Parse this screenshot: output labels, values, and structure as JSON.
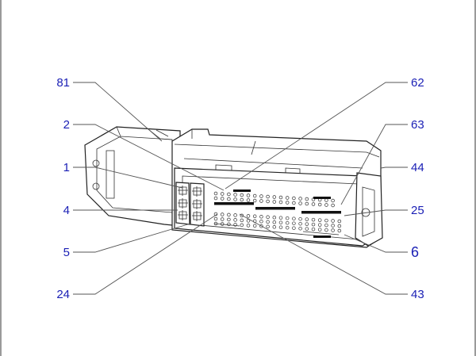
{
  "label_color": "#1a1fb5",
  "labels": {
    "l81": "81",
    "l62": "62",
    "l2": "2",
    "l63": "63",
    "l1": "1",
    "l44": "44",
    "l4": "4",
    "l25": "25",
    "l5": "5",
    "l6": "6",
    "l24": "24",
    "l43": "43"
  }
}
